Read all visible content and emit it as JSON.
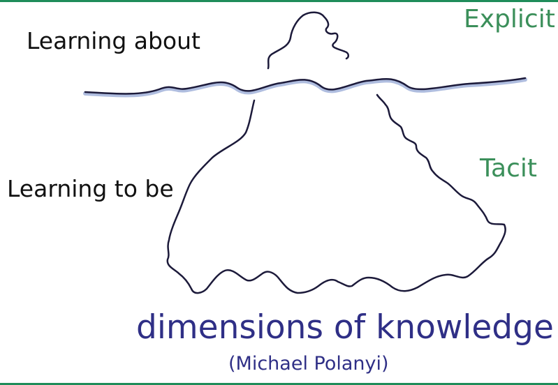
{
  "labels": {
    "learning_about": "Learning about",
    "learning_to_be": "Learning to be",
    "explicit": "Explicit",
    "tacit": "Tacit",
    "title": "dimensions of knowledge",
    "subtitle": "(Michael Polanyi)"
  },
  "colors": {
    "rule": "#1f8c5a",
    "label_text": "#111111",
    "category_text": "#3b8f5a",
    "title_text": "#2f2f86",
    "ink": "#1c1a3a",
    "water_shadow": "#6e86c4"
  }
}
